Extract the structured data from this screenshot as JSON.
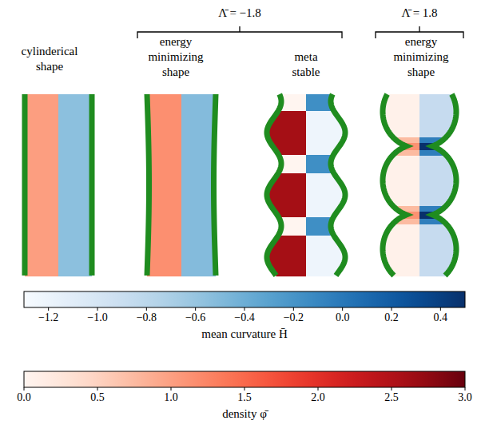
{
  "diagram": {
    "labels": [
      "Λ̄ = −1.8",
      "Λ̄ = 1.8",
      "cylinderical shape",
      "energy minimizing shape",
      "meta stable",
      "energy minimizing shape",
      "−1.2",
      "−1.0",
      "−0.8",
      "−0.6",
      "−0.4",
      "−0.2",
      "0.0",
      "0.2",
      "0.4",
      "mean curvature H̄",
      "0.0",
      "0.5",
      "1.0",
      "1.5",
      "2.0",
      "2.5",
      "3.0",
      "density φ̄"
    ]
  }
}
